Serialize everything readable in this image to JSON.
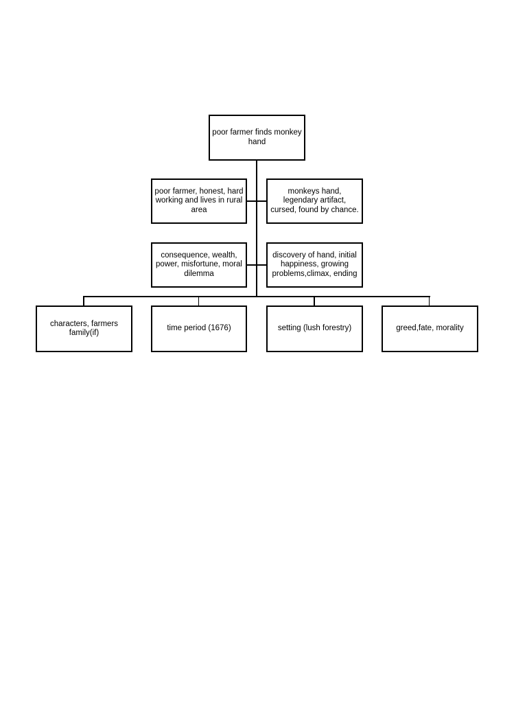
{
  "diagram": {
    "root": "poor farmer finds monkey hand",
    "row1": {
      "left": "poor farmer, honest, hard working and lives in rural area",
      "right": "monkeys hand, legendary artifact, cursed, found by chance."
    },
    "row2": {
      "left": "consequence, wealth, power, misfortune, moral dilemma",
      "right": "discovery of hand, initial happiness, growing problems,climax, ending"
    },
    "bottom": [
      "characters, farmers family(if)",
      "time period (1676)",
      "setting (lush forestry)",
      "greed,fate, morality"
    ]
  }
}
